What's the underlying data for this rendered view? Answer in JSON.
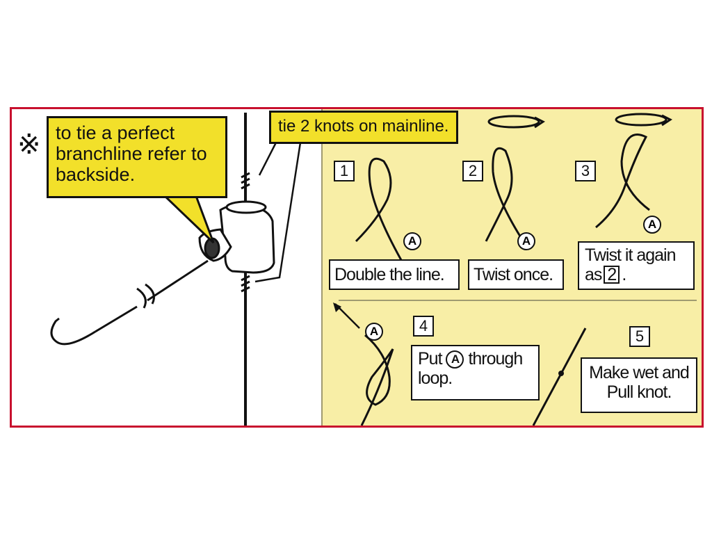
{
  "note": {
    "symbol": "※",
    "callout_text": "to tie a perfect branchline refer to backside."
  },
  "knots_callout": "tie 2 knots on mainline.",
  "marker_letter": "A",
  "steps": [
    {
      "number": "1",
      "label": "Double the line."
    },
    {
      "number": "2",
      "label": "Twist once."
    },
    {
      "number": "3",
      "label_before": "Twist it again as",
      "ref": "2",
      "label_after": "."
    },
    {
      "number": "4",
      "label_before": "Put",
      "label_after": "through loop."
    },
    {
      "number": "5",
      "label": "Make wet and Pull knot."
    }
  ],
  "colors": {
    "frame": "#c8102e",
    "panel": "#f8eea6",
    "callout": "#f2e02a"
  }
}
